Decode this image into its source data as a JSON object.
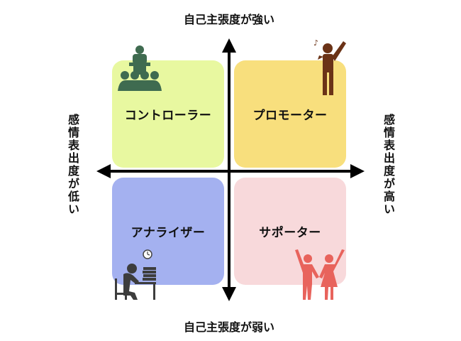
{
  "axes": {
    "top": "自己主張度が強い",
    "bottom": "自己主張度が弱い",
    "left": "感情表出度が低い",
    "right": "感情表出度が高い"
  },
  "quadrants": [
    {
      "label": "コントローラー",
      "color": "#e8f8a0",
      "icon": "speaker-podium-icon"
    },
    {
      "label": "プロモーター",
      "color": "#f8df7d",
      "icon": "singer-icon"
    },
    {
      "label": "アナライザー",
      "color": "#a4b1f0",
      "icon": "studying-person-icon"
    },
    {
      "label": "サポーター",
      "color": "#f8d9db",
      "icon": "couple-cheering-icon"
    }
  ]
}
